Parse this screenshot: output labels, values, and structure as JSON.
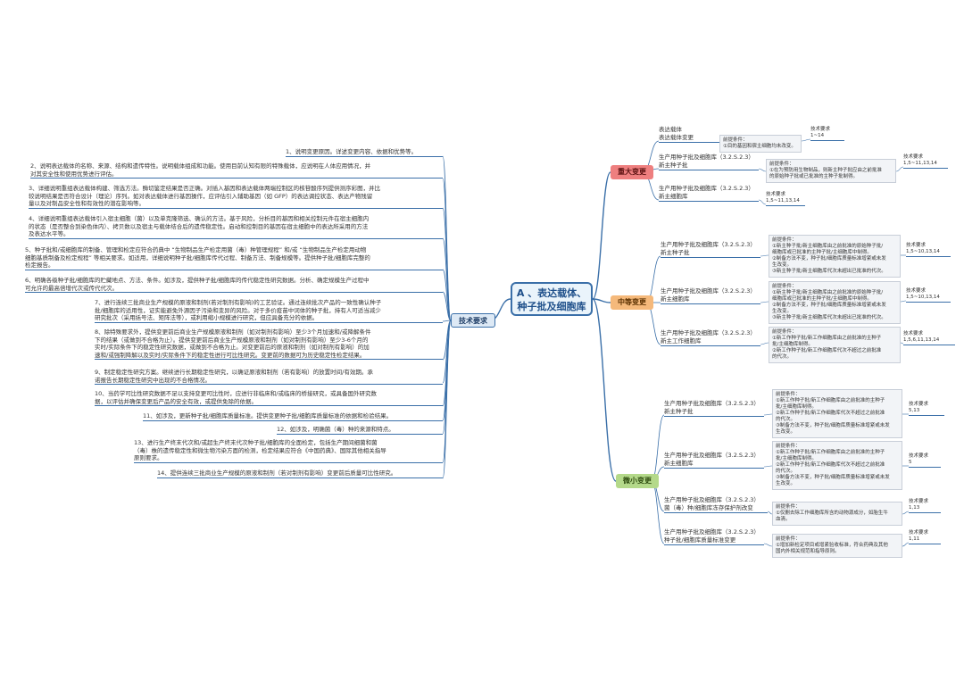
{
  "root": {
    "line1": "A 、表达载体、",
    "line2": "种子批及细胞库"
  },
  "categories": {
    "major": "重大变更",
    "medium": "中等变更",
    "minor": "微小变更",
    "technical": "技术要求"
  },
  "major": {
    "items": [
      {
        "label": "表达载体\n表达载体变更",
        "precondition": "前提条件：\n①目的基因和宿主细胞均未改变。",
        "requirement": "技术要求\n1~14"
      },
      {
        "label": "生产用种子批及细胞库（3.2.S.2.3）\n新主种子批",
        "precondition": "前提条件：\n①在为预防用生物制品，则新主种子批应由之前批准\n的原始种子批或已批准的主种子批制得。",
        "requirement": "技术要求\n1,5~11,13,14"
      },
      {
        "label": "生产用种子批及细胞库（3.2.S.2.3）\n新主细胞库",
        "precondition": "",
        "requirement": "技术要求\n1,5~11,13,14"
      }
    ]
  },
  "medium": {
    "items": [
      {
        "label": "生产用种子批及细胞库（3.2.S.2.3）\n新主种子批",
        "precondition": "前提条件：\n①新主种子批/新主细胞库由之前批准的原始种子批/\n细胞库或已批准的主种子批/主细胞库中制得。\n②制备方法不变，种子批/细胞库质量标准增紧或未发\n生改变。\n③新主种子批/新主细胞库代次未超出已批准的代次。",
        "requirement": "技术要求\n1,5~10,13,14"
      },
      {
        "label": "生产用种子批及细胞库（3.2.S.2.3）\n新主细胞库",
        "precondition": "前提条件：\n①新主种子批/新主细胞库由之前批准的原始种子批/\n细胞库或已批准的主种子批/主细胞库中制得。\n②制备方法不变，种子批/细胞库质量标准增紧或未发\n生改变。\n③新主种子批/新主细胞库代次未超出已批准的代次。",
        "requirement": "技术要求\n1,5~10,13,14"
      },
      {
        "label": "生产用种子批及细胞库（3.2.S.2.3）\n新主工作细胞库",
        "precondition": "前提条件：\n①新工作种子批/新工作细胞库由之前批准的主种子\n批/主细胞库制得。\n②新工作种子批/新工作细胞库代次不超过之前批准\n的代次。",
        "requirement": "技术要求\n1,5,6,11,13,14"
      }
    ]
  },
  "minor": {
    "items": [
      {
        "label": "生产用种子批及细胞库（3.2.S.2.3）\n新主种子批",
        "precondition": "前提条件：\n①新工作种子批/新工作细胞库由之前批准的主种子\n批/主细胞库制得。\n②新工作种子批/新工作细胞库代次不超过之前批准\n的代次。\n③制备方法不变，种子批/细胞库质量标准增紧或未发\n生改变。",
        "requirement": "技术要求\n5,13"
      },
      {
        "label": "生产用种子批及细胞库（3.2.S.2.3）\n新主细胞库",
        "precondition": "前提条件：\n①新工作种子批/新工作细胞库由之前批准的主种子\n批/主细胞库制得。\n②新工作种子批/新工作细胞库代次不超过之前批准\n的代次。\n③制备方法不变，种子批/细胞库质量标准增紧或未发\n生改变。",
        "requirement": "技术要求\n5"
      },
      {
        "label": "生产用种子批及细胞库（3.2.S.2.3）\n菌（毒）种/细胞库冻存保护剂改变",
        "precondition": "前提条件：\n①仅删去除工作细胞库所含的动物源成分，如胎生牛\n血清。",
        "requirement": "技术要求\n1,13"
      },
      {
        "label": "生产用种子批及细胞库（3.2.S.2.3）\n种子批/细胞库质量标准变更",
        "precondition": "前提条件：\n①增加新检定项目或增紧验收标准，符合药典及其他\n国内外相关规范和指导原则。",
        "requirement": "技术要求\n1,11"
      }
    ]
  },
  "technical": {
    "items": [
      "1、说明变更原因。详述变更内容、依据和优势等。",
      "2、说明表达载体的名称、来源、结构和遗传特性。说明载体组成和功能。使用目前认知有限的特殊载体，应说明在人体应用情况，并\n对其安全性和使用优势进行评估。",
      "3、详细说明重组表达载体构建、筛选方法。酶切鉴定结果是否正确。对插入基因和表达载体两端控制区的核苷酸序列提供测序彩图，并比\n较说明结果是否符合设计（理论）序列。如对表达载体进行基因操作，应评估引入辅助基因（如 GFP）的表达调控状态、表达产物残留\n量以及对制品安全性和有效性的潜在影响等。",
      "4、详细说明重组表达载体引入宿主细胞（菌）以及单克隆筛选、确认的方法。基于风险，分析目的基因和相关控制元件在宿主细胞内\n的状态（是否整合到染色体内）、拷贝数以及宿主与载体结合后的遗传稳定性。启动和控制目的基因在宿主细胞中的表达所采用的方法\n及表达水平等。",
      "5、种子批和/或细胞库的制备、管理和检定应符合药典中 “生物制品生产检定用菌（毒）种管理规程” 和/或 “生物制品生产检定用动物\n细胞基质制备及检定规程” 等相关要求。如适用，详细说明种子批/细胞库传代过程、制备方法、制备规模等。提供种子批/细胞库完整的\n检定报告。",
      "6、明确各级种子批/细胞库的贮藏地点、方法、条件。如涉及，提供种子批/细胞库的传代稳定性研究数据。分析、确定规模生产过程中\n可允许的最高倍增代次或传代代次。",
      "7、进行连续三批商业生产规模的原液和制剂(若对制剂有影响)的工艺验证。通过连续批次产品的一致性确认种子\n批/细胞库的适用性，证实能避免外源因子污染和变异的风险。对于多价疫苗中词体的种子批，持有人可适当减少\n研究批次（采用括号法、矩阵法等），或利用缩小规模进行研究，但应具备充分的依据。",
      "8、除特殊要求外，提供变更前后商业生产规模原液和制剂（如对制剂有影响）至少3个月加速和/或降解条件\n下的结果（或做到不合格为止）。提供变更前后商业生产规模原液和制剂（如对制剂有影响）至少3-6个月的\n实时/实际条件下的稳定性研究数据，或做到不合格为止。对变更前后的原液和制剂（如对制剂有影响）的加\n速和/或强制降解以及实时/实际条件下的稳定性进行可比性研究。变更前的数据可为历史稳定性检定结果。",
      "9、制定稳定性研究方案。继续进行长期稳定性研究，以确证原液和制剂（若有影响）的放置时间/有效期。承\n诺报告长期稳定性研究中出现的不合格情况。",
      "10、当药学可比性研究数据不足以支持变更可比性时，应进行非临床和/或临床的桥接研究，或具备国外研究数\n据，以评估并确保变更后产品的安全有效，或提供免除的依据。",
      "11、如涉及，更新种子批/细胞库质量标准。提供变更种子批/细胞库质量标准的依据和检验结果。",
      "12、如涉及，明确菌（毒）种的来源和特点。",
      "13、进行生产终末代次和/或超生产终末代次种子批/细胞库的全面检定，包括生产期间细菌和菌\n（毒）株的遗传稳定性和微生物污染方面的检测，检定结果应符合《中国药典》、国际其他相关指导\n原则要求。",
      "14、提供连续三批商业生产规模的原液和制剂（若对制剂有影响）变更前后质量可比性研究。"
    ]
  }
}
